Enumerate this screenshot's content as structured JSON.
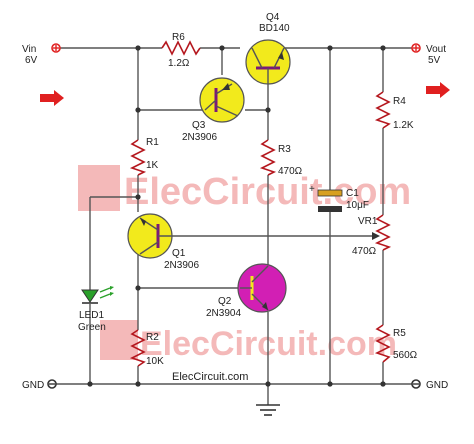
{
  "colors": {
    "wire": "#555555",
    "pnp_fill": "#f2ea1c",
    "npn_fill": "#d21fb4",
    "resistor": "#b5181f",
    "terminal": "#e02020",
    "arrow": "#e02020",
    "led": "#2aa02a",
    "watermark": "#f4b9b9"
  },
  "terminals": {
    "vin_name": "Vin",
    "vin_value": "6V",
    "vout_name": "Vout",
    "vout_value": "5V",
    "gnd_left": "GND",
    "gnd_right": "GND"
  },
  "components": {
    "r6": {
      "ref": "R6",
      "value": "1.2Ω"
    },
    "q4": {
      "ref": "Q4",
      "part": "BD140"
    },
    "q3": {
      "ref": "Q3",
      "part": "2N3906"
    },
    "r1": {
      "ref": "R1",
      "value": "1K"
    },
    "r3": {
      "ref": "R3",
      "value": "470Ω"
    },
    "c1": {
      "ref": "C1",
      "value": "10μF"
    },
    "r4": {
      "ref": "R4",
      "value": "1.2K"
    },
    "vr1": {
      "ref": "VR1",
      "value": "470Ω"
    },
    "q1": {
      "ref": "Q1",
      "part": "2N3906"
    },
    "q2": {
      "ref": "Q2",
      "part": "2N3904"
    },
    "led1": {
      "ref": "LED1",
      "color": "Green"
    },
    "r2": {
      "ref": "R2",
      "value": "10K"
    },
    "r5": {
      "ref": "R5",
      "value": "560Ω"
    }
  },
  "watermark": "ElecCircuit.com",
  "site": "ElecCircuit.com"
}
